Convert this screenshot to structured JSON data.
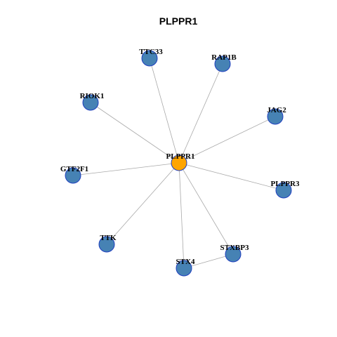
{
  "title": "PLPPR1",
  "colors": {
    "hub": "#FFA500",
    "neighbor": "#4682B4",
    "node_border": "#1F3FBF",
    "edge": "#A9A9A9"
  },
  "nodes": [
    {
      "id": "PLPPR1",
      "label": "PLPPR1",
      "role": "hub"
    },
    {
      "id": "TTC33",
      "label": "TTC33",
      "role": "neighbor"
    },
    {
      "id": "RAP1B",
      "label": "RAP1B",
      "role": "neighbor"
    },
    {
      "id": "RIOK1",
      "label": "RIOK1",
      "role": "neighbor"
    },
    {
      "id": "JAG2",
      "label": "JAG2",
      "role": "neighbor"
    },
    {
      "id": "GTF2F1",
      "label": "GTF2F1",
      "role": "neighbor"
    },
    {
      "id": "PLPPR3",
      "label": "PLPPR3",
      "role": "neighbor"
    },
    {
      "id": "TTK",
      "label": "TTK",
      "role": "neighbor"
    },
    {
      "id": "STXBP3",
      "label": "STXBP3",
      "role": "neighbor"
    },
    {
      "id": "STX4",
      "label": "STX4",
      "role": "neighbor"
    }
  ],
  "edges": [
    [
      "PLPPR1",
      "TTC33"
    ],
    [
      "PLPPR1",
      "RAP1B"
    ],
    [
      "PLPPR1",
      "RIOK1"
    ],
    [
      "PLPPR1",
      "JAG2"
    ],
    [
      "PLPPR1",
      "GTF2F1"
    ],
    [
      "PLPPR1",
      "PLPPR3"
    ],
    [
      "PLPPR1",
      "TTK"
    ],
    [
      "PLPPR1",
      "STXBP3"
    ],
    [
      "PLPPR1",
      "STX4"
    ],
    [
      "STX4",
      "STXBP3"
    ]
  ]
}
